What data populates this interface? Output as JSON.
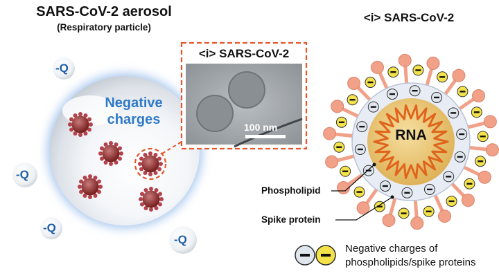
{
  "title": "SARS-CoV-2 aerosol",
  "subtitle": "(Respiratory particle)",
  "tem": {
    "label": "<i> SARS-CoV-2",
    "scale_bar": "100 nm"
  },
  "droplet": {
    "line1": "Negative",
    "line2": "charges"
  },
  "charges": {
    "q1": "-Q",
    "q2": "-Q",
    "q3": "-Q",
    "q4": "-Q"
  },
  "virion": {
    "title": "<i> SARS-CoV-2",
    "core": "RNA",
    "phospholipid": "Phospholipid",
    "spike": "Spike protein"
  },
  "legend": {
    "line1": "Negative charges of",
    "line2": "phospholipids/spike proteins"
  },
  "colors": {
    "droplet_glow": "#a9c8ee",
    "accent_text": "#2f7ac8",
    "dash_box": "#e4562a",
    "spike": "#f2a189",
    "core": "#e9c67a",
    "rna": "#e0651c",
    "charge_yellow": "#f3e24a",
    "charge_grey": "#dfe6ee"
  }
}
